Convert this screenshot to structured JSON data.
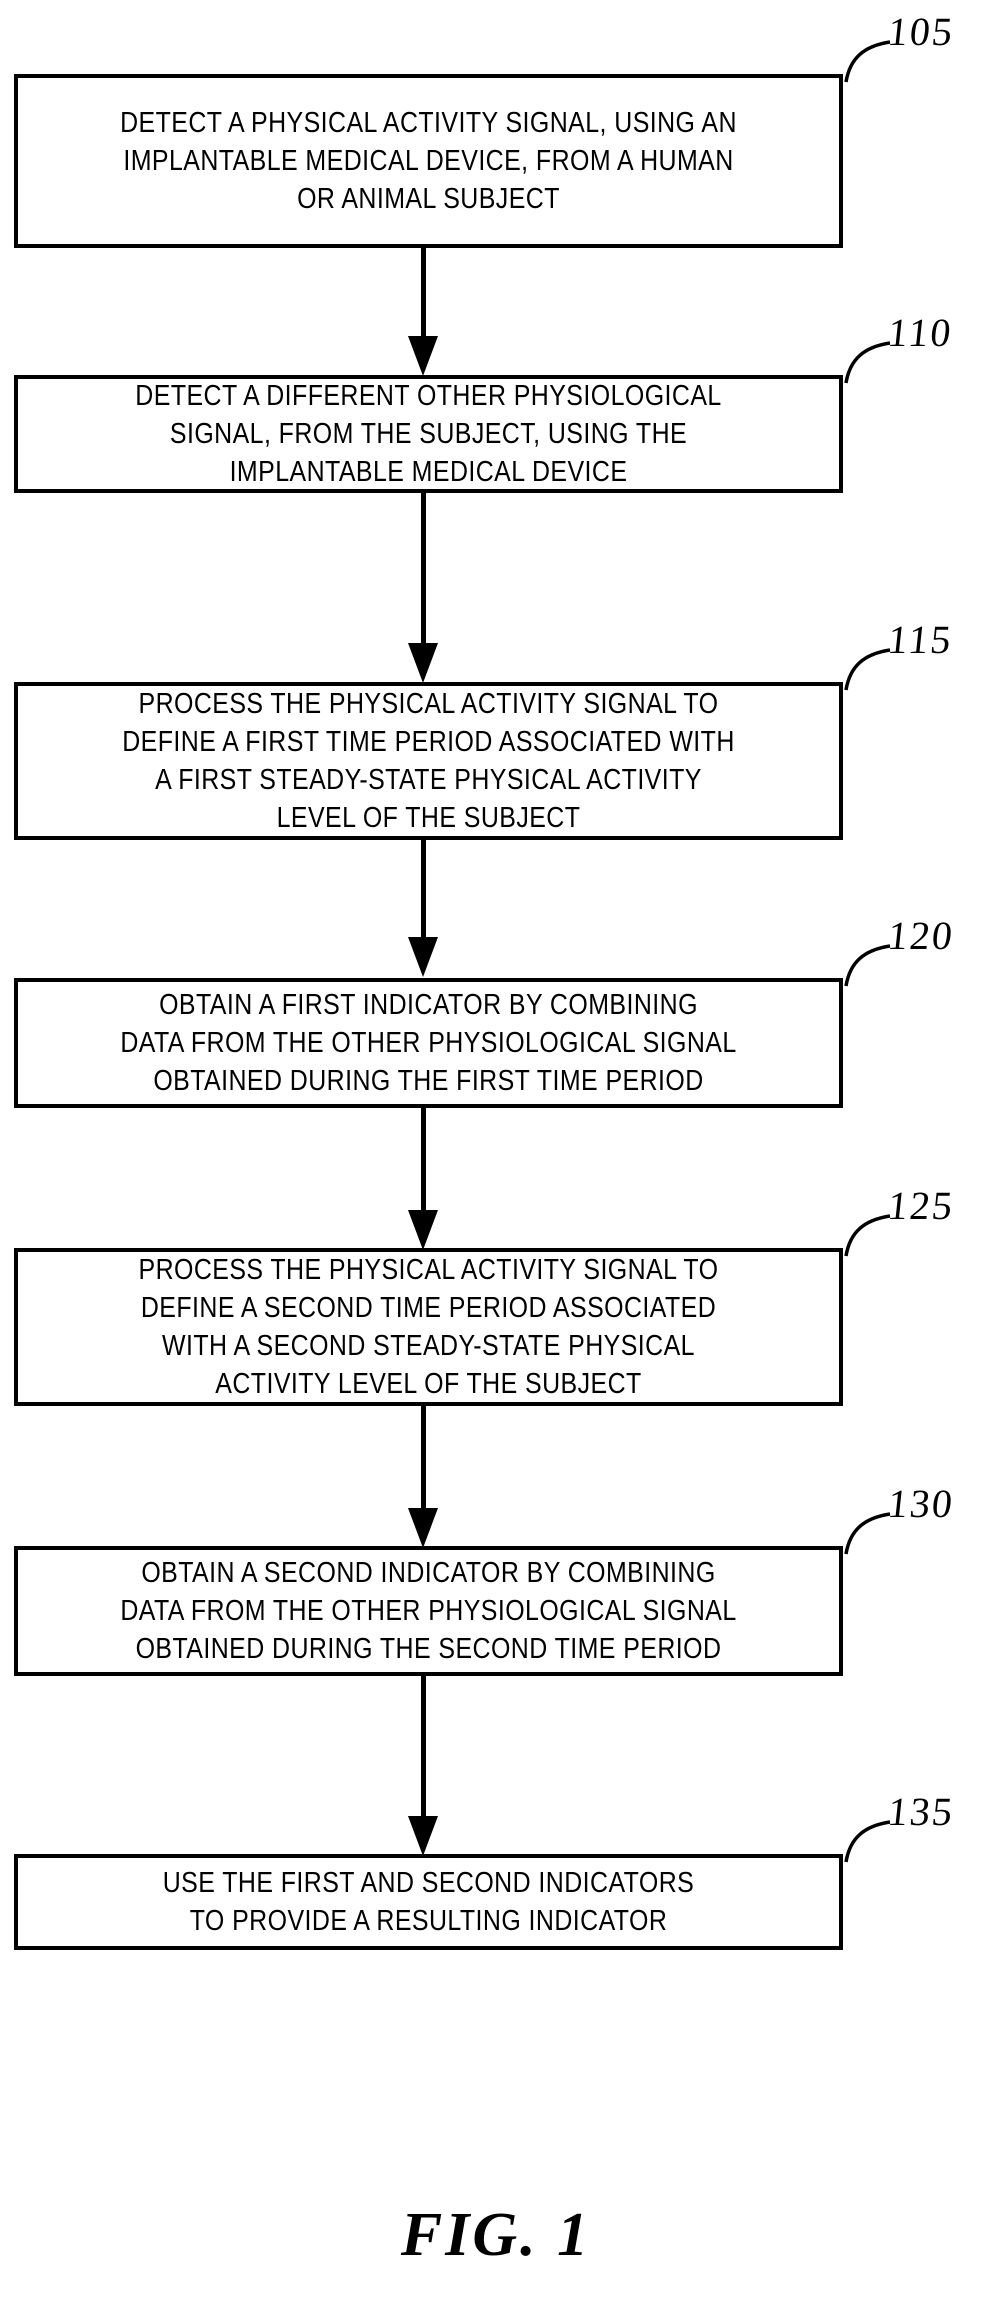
{
  "figure": {
    "caption": "FIG. 1",
    "type": "patent-method-flowchart"
  },
  "chart_data": {
    "type": "flowchart",
    "title": "FIG. 1",
    "orientation": "vertical",
    "node_count": 7,
    "connector_count": 6,
    "nodes": [
      {
        "ref": "105",
        "lines": [
          "DETECT A PHYSICAL ACTIVITY SIGNAL, USING AN",
          "IMPLANTABLE MEDICAL DEVICE, FROM A HUMAN",
          "OR ANIMAL SUBJECT"
        ]
      },
      {
        "ref": "110",
        "lines": [
          "DETECT A DIFFERENT OTHER PHYSIOLOGICAL",
          "SIGNAL, FROM THE SUBJECT, USING THE",
          "IMPLANTABLE MEDICAL DEVICE"
        ]
      },
      {
        "ref": "115",
        "lines": [
          "PROCESS THE PHYSICAL ACTIVITY SIGNAL TO",
          "DEFINE A FIRST TIME PERIOD ASSOCIATED WITH",
          "A FIRST STEADY-STATE PHYSICAL ACTIVITY",
          "LEVEL OF THE SUBJECT"
        ]
      },
      {
        "ref": "120",
        "lines": [
          "OBTAIN A FIRST INDICATOR BY COMBINING",
          "DATA FROM THE OTHER PHYSIOLOGICAL SIGNAL",
          "OBTAINED DURING THE FIRST TIME PERIOD"
        ]
      },
      {
        "ref": "125",
        "lines": [
          "PROCESS THE PHYSICAL ACTIVITY SIGNAL TO",
          "DEFINE A SECOND TIME PERIOD ASSOCIATED",
          "WITH A SECOND STEADY-STATE PHYSICAL",
          "ACTIVITY LEVEL OF THE SUBJECT"
        ]
      },
      {
        "ref": "130",
        "lines": [
          "OBTAIN A SECOND INDICATOR BY COMBINING",
          "DATA FROM THE OTHER PHYSIOLOGICAL SIGNAL",
          "OBTAINED DURING THE SECOND TIME PERIOD"
        ]
      },
      {
        "ref": "135",
        "lines": [
          "USE THE FIRST AND SECOND INDICATORS",
          "TO PROVIDE A RESULTING INDICATOR"
        ]
      }
    ],
    "edges": [
      {
        "from": "105",
        "to": "110"
      },
      {
        "from": "110",
        "to": "115"
      },
      {
        "from": "115",
        "to": "120"
      },
      {
        "from": "120",
        "to": "125"
      },
      {
        "from": "125",
        "to": "130"
      },
      {
        "from": "130",
        "to": "135"
      }
    ],
    "colors": {
      "ink": "#000000",
      "paper": "#ffffff"
    }
  }
}
